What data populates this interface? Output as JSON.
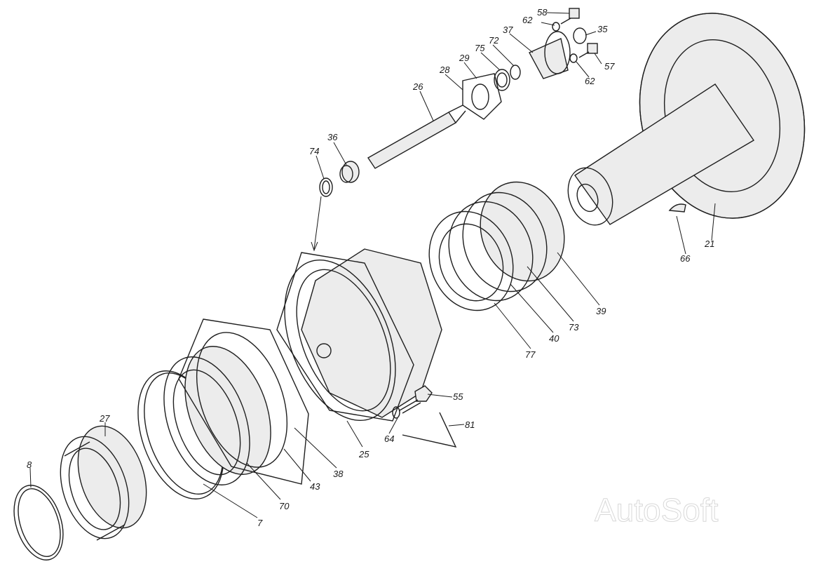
{
  "watermark": "AutoSoft",
  "callouts": [
    {
      "id": "c8",
      "label": "8"
    },
    {
      "id": "c27",
      "label": "27"
    },
    {
      "id": "c7",
      "label": "7"
    },
    {
      "id": "c70",
      "label": "70"
    },
    {
      "id": "c43",
      "label": "43"
    },
    {
      "id": "c38",
      "label": "38"
    },
    {
      "id": "c25",
      "label": "25"
    },
    {
      "id": "c64",
      "label": "64"
    },
    {
      "id": "c55",
      "label": "55"
    },
    {
      "id": "c81",
      "label": "81"
    },
    {
      "id": "c77",
      "label": "77"
    },
    {
      "id": "c40",
      "label": "40"
    },
    {
      "id": "c73",
      "label": "73"
    },
    {
      "id": "c39",
      "label": "39"
    },
    {
      "id": "c74",
      "label": "74"
    },
    {
      "id": "c36",
      "label": "36"
    },
    {
      "id": "c26",
      "label": "26"
    },
    {
      "id": "c28",
      "label": "28"
    },
    {
      "id": "c29",
      "label": "29"
    },
    {
      "id": "c75",
      "label": "75"
    },
    {
      "id": "c72",
      "label": "72"
    },
    {
      "id": "c37",
      "label": "37"
    },
    {
      "id": "c62a",
      "label": "62"
    },
    {
      "id": "c58",
      "label": "58"
    },
    {
      "id": "c35",
      "label": "35"
    },
    {
      "id": "c57",
      "label": "57"
    },
    {
      "id": "c62b",
      "label": "62"
    },
    {
      "id": "c21",
      "label": "21"
    },
    {
      "id": "c66",
      "label": "66"
    }
  ]
}
